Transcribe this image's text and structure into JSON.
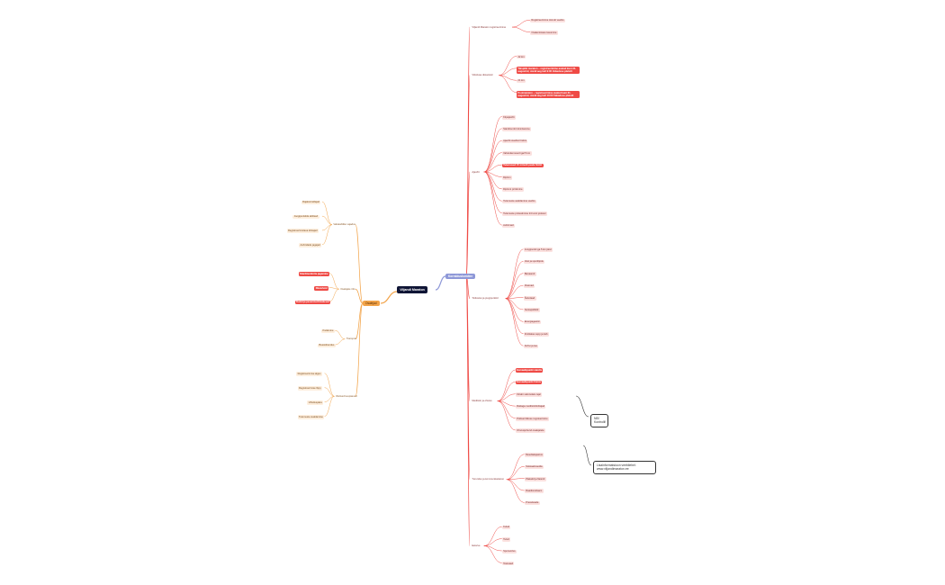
{
  "root": "Viljandi Maraton",
  "branch_right": "Korralduskomitee",
  "branch_left": "Osalejad",
  "right_groups": [
    {
      "label": "Viljandi Maraton registreerimine",
      "items": [
        "Registreerimine toimub veebis",
        "Osalemistasu tasumine"
      ]
    },
    {
      "label": "Võistluse distantsid",
      "items": [
        "42 km",
        "Täispikk maraton – registreerimine avatud kuni 31. augustini; stardi aeg kell 9:00 Vabaduse platsilt",
        "21 km",
        "Poolmaraton – registreerimine avatud kuni 31. augustini; stardi aeg kell 10:00 Vabaduse platsilt"
      ]
    },
    {
      "label": "Ajavõtt",
      "items": [
        "Kiipajavõtt",
        "Stardinumbri kinnitamine",
        "Ajavõtt stardist finišini",
        "Vahetulemused igal 5 km",
        "Tulemused 15 minutit peale finišit",
        "Diplom",
        "Diplomi printimine",
        "Tulemuste avaldamine veebis",
        "Tulemuste protestimine 24 tunni jooksul",
        "Auhinnad"
      ]
    },
    {
      "label": "Toitlustus ja joogipunktid",
      "items": [
        "Joogipunkt iga 5 km järel",
        "Vesi ja spordijook",
        "Banaanid",
        "Rosinad",
        "Šokolaad",
        "Soolapähklid",
        "Energiageelid",
        "Finišialas supp ja leib",
        "Kohvi ja tee"
      ]
    },
    {
      "label": "Meditsiin ja ohutus",
      "items": [
        "Esmaabipunkt stardis",
        "Esmaabipunkt finišis",
        "Kiirabi valmisolek rajal",
        "Rattaga meditsiinitöötajad",
        "Politsei liikluse reguleerimine",
        "Ohutusjuhend osalejatele"
      ]
    },
    {
      "label": "Turundus ja kommunikatsioon",
      "items": [
        "Meediakajastus",
        "Sotsiaalmeedia",
        "Plakatid ja flaierid",
        "Raadioreklaam",
        "Pressiteade"
      ]
    },
    {
      "label": "Eelarve",
      "items": [
        "Kulud",
        "Tulud",
        "Sponsorlus",
        "Toetused"
      ]
    }
  ],
  "left_groups": [
    {
      "label": "Vabatahtlike vajadus",
      "items": [
        "Rajakorraldajad",
        "Joogipunktide abilised",
        "Registreerimislaua töötajad",
        "Auhindade jagajad"
      ]
    },
    {
      "label": "Osalejate info",
      "items": [
        "Stardinumbrite jagamine",
        "Riietehoid",
        "Dušid ja pesemisvõimalused"
      ]
    },
    {
      "label": "Transport",
      "items": [
        "Parkimine",
        "Bussiühendus"
      ]
    },
    {
      "label": "Olulised kuupäevad",
      "items": [
        "Registreerimise algus",
        "Registreerimise lõpp",
        "Võistluspäev",
        "Tulemuste avaldamine"
      ]
    }
  ],
  "notes": [
    "NB! Kontrolli!",
    "Lisainformatsioon veebilehel: www.viljandimaraton.ee"
  ]
}
